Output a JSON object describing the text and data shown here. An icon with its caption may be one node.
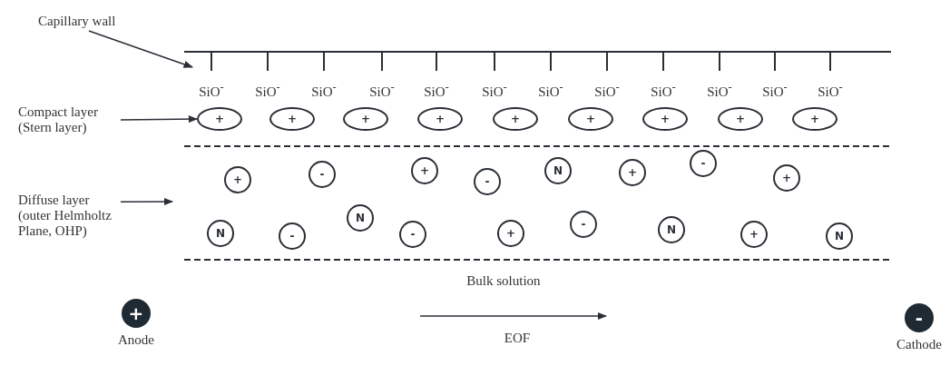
{
  "diagram": {
    "nodes": [
      {
        "text": [
          "Capillary wall"
        ]
      },
      {
        "text": [
          "Compact layer (Stern layer)"
        ]
      },
      {
        "text": [
          "Diffuse layer (outer Helmholtz Plane, OHP)"
        ]
      },
      {
        "text": [
          "+"
        ]
      },
      {
        "text": [
          "+"
        ]
      },
      {
        "text": [
          "+"
        ]
      },
      {
        "text": [
          "+"
        ]
      },
      {
        "text": [
          "+"
        ]
      },
      {
        "text": [
          "+"
        ]
      },
      {
        "text": [
          "+"
        ]
      },
      {
        "text": [
          "+"
        ]
      },
      {
        "text": [
          "+"
        ]
      },
      {
        "text": [
          "+"
        ]
      },
      {
        "text": [
          "-"
        ]
      },
      {
        "text": [
          "+"
        ]
      },
      {
        "text": [
          "-"
        ]
      },
      {
        "text": [
          "N"
        ]
      },
      {
        "text": [
          "+"
        ]
      },
      {
        "text": [
          "-"
        ]
      },
      {
        "text": [
          "+"
        ]
      },
      {
        "text": [
          "N"
        ]
      },
      {
        "text": [
          "-"
        ]
      },
      {
        "text": [
          "N"
        ]
      },
      {
        "text": [
          "-"
        ]
      },
      {
        "text": [
          "+"
        ]
      },
      {
        "text": [
          "-"
        ]
      },
      {
        "text": [
          "N"
        ]
      },
      {
        "text": [
          "+"
        ]
      },
      {
        "text": [
          "N"
        ]
      },
      {
        "text": [
          "+"
        ],
        "beside": [
          "Anode"
        ]
      },
      {
        "text": [
          "-"
        ],
        "beside": [
          "Cathode"
        ]
      },
      {
        "text": [],
        "shape": "line"
      }
    ],
    "edges": [
      {
        "from": 0,
        "to": 31,
        "arrow": "to"
      },
      {
        "from": 1,
        "to": 3,
        "arrow": "to"
      },
      {
        "from": 2,
        "to": null,
        "arrow": "to"
      }
    ],
    "labels": [
      "SiO$^{-}$",
      "SiO$^{-}$",
      "SiO$^{-}$",
      "SiO$^{-}$",
      "SiO$^{-}$",
      "SiO$^{-}$",
      "SiO$^{-}$",
      "SiO$^{-}$",
      "SiO$^{-}$",
      "SiO$^{-}$",
      "SiO$^{-}$",
      "SiO$^{-}$",
      "Bulk solution",
      "EOF"
    ]
  }
}
